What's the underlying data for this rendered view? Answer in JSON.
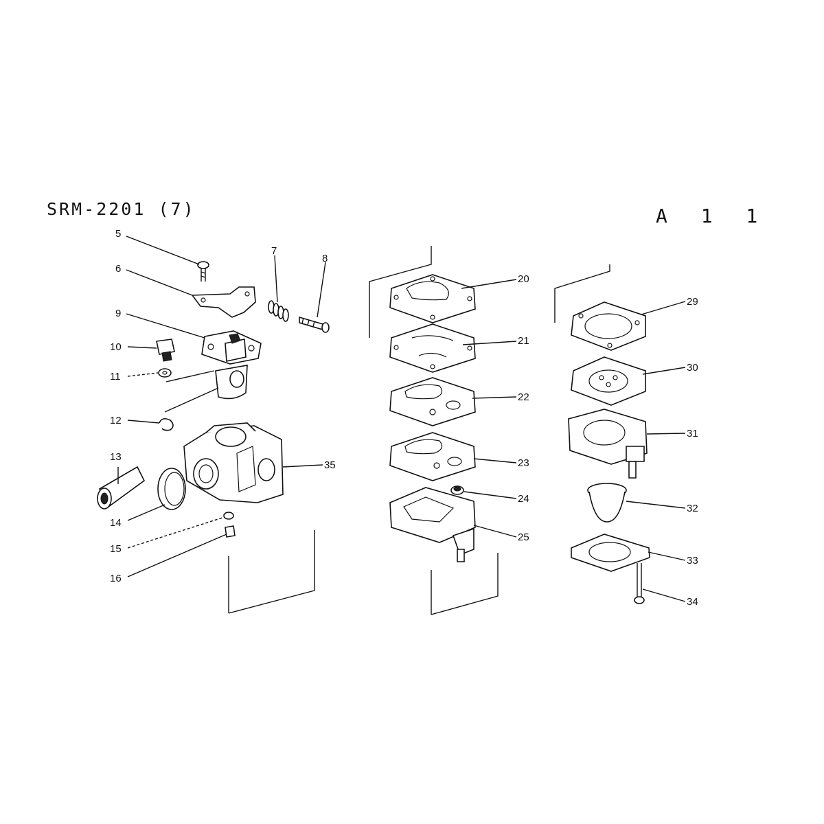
{
  "header": {
    "model": "SRM-2201 (7)",
    "page_code": "A 1 1"
  },
  "callouts": {
    "c5": "5",
    "c6": "6",
    "c7": "7",
    "c8": "8",
    "c9": "9",
    "c10": "10",
    "c11": "11",
    "c12": "12",
    "c13": "13",
    "c14": "14",
    "c15": "15",
    "c16": "16",
    "c20": "20",
    "c21": "21",
    "c22": "22",
    "c23": "23",
    "c24": "24",
    "c25": "25",
    "c29": "29",
    "c30": "30",
    "c31": "31",
    "c32": "32",
    "c33": "33",
    "c34": "34",
    "c35": "35"
  }
}
